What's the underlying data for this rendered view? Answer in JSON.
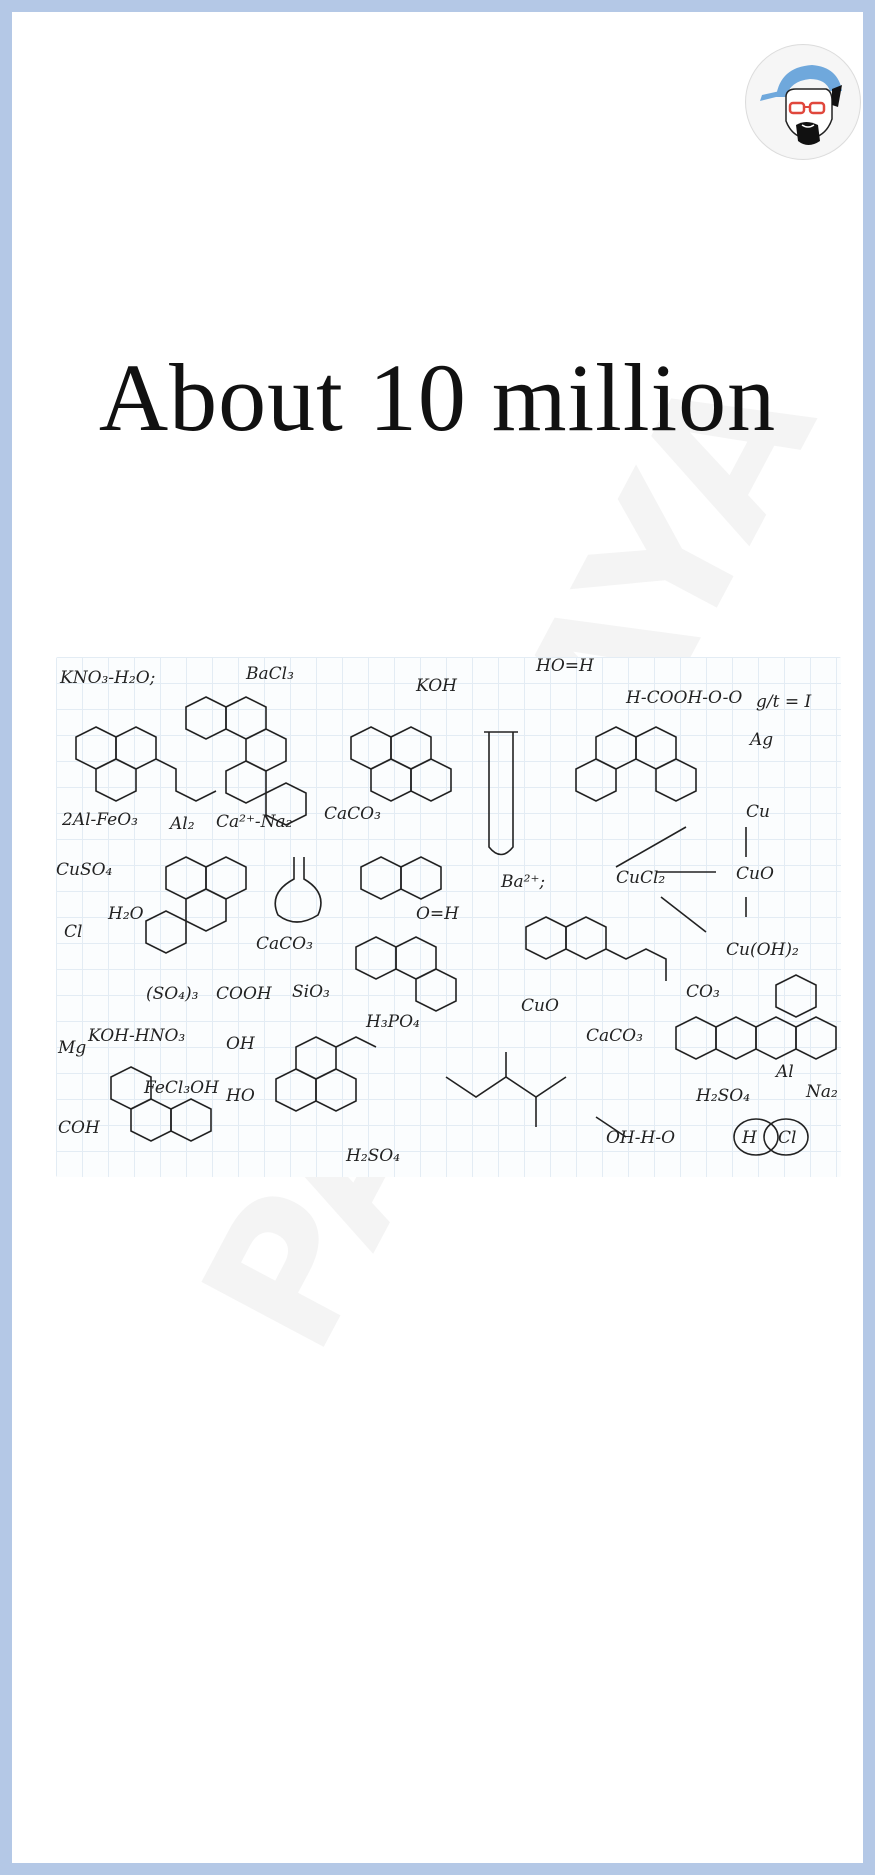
{
  "title": "About 10 million",
  "watermark": "PARIMAYA",
  "colors": {
    "frame": "#b4c8e6",
    "text": "#111111"
  },
  "illustration": {
    "formulas": [
      "KNO3-H2O;",
      "BaCl3",
      "KOH",
      "HO=H",
      "H-COOH-O-O",
      "Cu",
      "Ag",
      "2Al-FeO3",
      "Ca2+-Na2",
      "CaCO3",
      "Al2",
      "CuSO4",
      "H2O",
      "Cl",
      "Ba2+;",
      "CuCl2",
      "CuO",
      "Cu(OH)2",
      "CaCO3",
      "O=H",
      "(SO4)3",
      "COOH",
      "SiO3",
      "H3PO4",
      "CuO",
      "CO3",
      "KOH-HNO3",
      "OH",
      "HO",
      "FeCl3OH",
      "Mg",
      "CaCO3",
      "H2SO4",
      "H2SO4",
      "OH-H-O",
      "Al",
      "Na2",
      "Cl"
    ]
  }
}
